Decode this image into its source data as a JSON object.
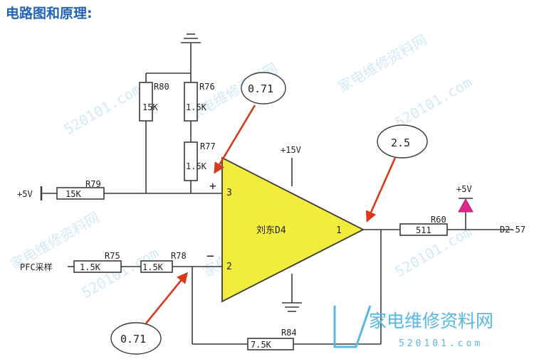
{
  "title": "电路图和原理:",
  "colors": {
    "wire": "#3a3a3a",
    "opamp": "#f2ec3c",
    "arrow": "#d8391b",
    "diode": "#e0288a",
    "title": "#1f62b8",
    "watermark": "#7fc4e8"
  },
  "supply": {
    "plus5": "+5V",
    "plus15": "+15V",
    "plus5_out": "+5V"
  },
  "opamp": {
    "label": "刘东D4",
    "pin_plus": "3",
    "pin_minus": "2",
    "pin_out": "1",
    "plus_sign": "+",
    "minus_sign": "−"
  },
  "resistors": [
    {
      "ref": "R80",
      "value": "15K"
    },
    {
      "ref": "R76",
      "value": "1.5K"
    },
    {
      "ref": "R77",
      "value": "1.5K"
    },
    {
      "ref": "R79",
      "value": "15K"
    },
    {
      "ref": "R75",
      "value": "1.5K"
    },
    {
      "ref": "R78",
      "value": "1.5K"
    },
    {
      "ref": "R84",
      "value": "7.5K"
    },
    {
      "ref": "R60",
      "value": "511"
    }
  ],
  "nets": {
    "pfc_input": "PFC采样",
    "output_net": "D2-57"
  },
  "annotations": [
    {
      "value": "0.71",
      "target": "pin 3"
    },
    {
      "value": "2.5",
      "target": "pin 1"
    },
    {
      "value": "0.71",
      "target": "pin 2"
    }
  ],
  "watermark": {
    "site": "520101.com",
    "brand": "家电维修资料网",
    "brand_url": "520101.com"
  }
}
